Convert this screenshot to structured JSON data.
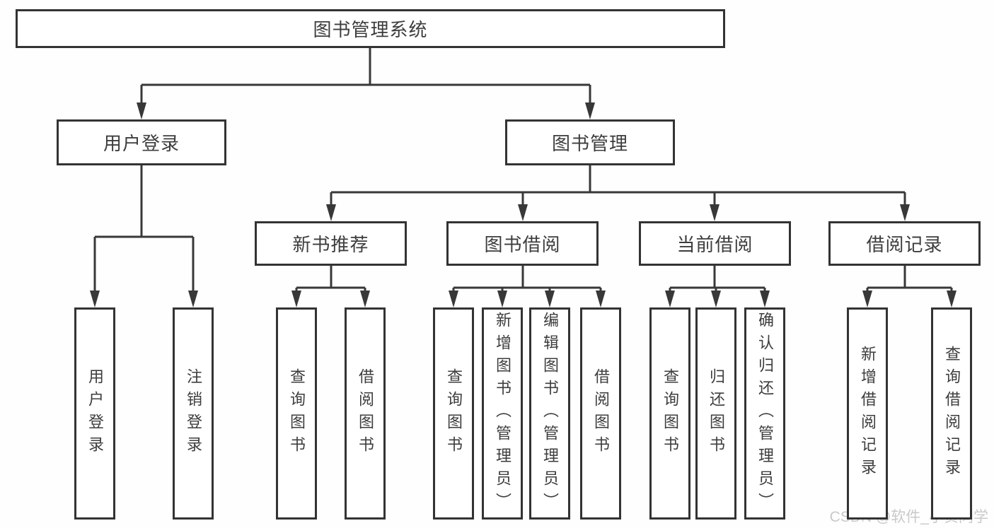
{
  "diagram": {
    "type": "hierarchy-tree",
    "title": "图书管理系统"
  },
  "nodes": {
    "root": {
      "label": "图书管理系统"
    },
    "user_login": {
      "label": "用户登录"
    },
    "book_mgmt": {
      "label": "图书管理"
    },
    "new_book": {
      "label": "新书推荐"
    },
    "book_borrow": {
      "label": "图书借阅"
    },
    "current_borrow": {
      "label": "当前借阅"
    },
    "borrow_record": {
      "label": "借阅记录"
    },
    "leaf_user_login": {
      "label": "用户登录"
    },
    "leaf_logout": {
      "label": "注销登录"
    },
    "leaf_nb_query": {
      "label": "查询图书"
    },
    "leaf_nb_borrow": {
      "label": "借阅图书"
    },
    "leaf_bb_query": {
      "label": "查询图书"
    },
    "leaf_bb_add": {
      "label": "新增图书（管理员）"
    },
    "leaf_bb_edit": {
      "label": "编辑图书（管理员）"
    },
    "leaf_bb_borrow": {
      "label": "借阅图书"
    },
    "leaf_cb_query": {
      "label": "查询图书"
    },
    "leaf_cb_return": {
      "label": "归还图书"
    },
    "leaf_cb_confirm": {
      "label": "确认归还（管理员）"
    },
    "leaf_br_add": {
      "label": "新增借阅记录"
    },
    "leaf_br_query": {
      "label": "查询借阅记录"
    }
  },
  "edges": [
    [
      "root",
      "user_login"
    ],
    [
      "root",
      "book_mgmt"
    ],
    [
      "user_login",
      "leaf_user_login"
    ],
    [
      "user_login",
      "leaf_logout"
    ],
    [
      "book_mgmt",
      "new_book"
    ],
    [
      "book_mgmt",
      "book_borrow"
    ],
    [
      "book_mgmt",
      "current_borrow"
    ],
    [
      "book_mgmt",
      "borrow_record"
    ],
    [
      "new_book",
      "leaf_nb_query"
    ],
    [
      "new_book",
      "leaf_nb_borrow"
    ],
    [
      "book_borrow",
      "leaf_bb_query"
    ],
    [
      "book_borrow",
      "leaf_bb_add"
    ],
    [
      "book_borrow",
      "leaf_bb_edit"
    ],
    [
      "book_borrow",
      "leaf_bb_borrow"
    ],
    [
      "current_borrow",
      "leaf_cb_query"
    ],
    [
      "current_borrow",
      "leaf_cb_return"
    ],
    [
      "current_borrow",
      "leaf_cb_confirm"
    ],
    [
      "borrow_record",
      "leaf_br_add"
    ],
    [
      "borrow_record",
      "leaf_br_query"
    ]
  ],
  "watermark": {
    "text": "CSDN @软件_小贺同学"
  },
  "colors": {
    "line": "#383838",
    "box_border": "#333333",
    "text": "#3d3d3d",
    "watermark": "#c9c9c9",
    "background": "#ffffff"
  }
}
